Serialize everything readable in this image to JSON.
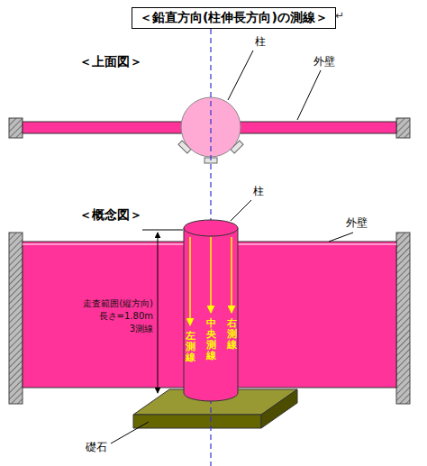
{
  "diagram": {
    "title": "＜鉛直方向(柱伸長方向)の測線＞",
    "nodes": [
      {
        "text": [
          "左測線",
          "中央測線",
          "右測線"
        ]
      }
    ],
    "labels": [
      "↵",
      "＜上面図＞",
      "柱",
      "外壁",
      "＜概念図＞",
      "柱",
      "外壁",
      "走査範囲(縦方向)",
      "長さ=1.80m",
      "3測線",
      "礎石"
    ]
  }
}
